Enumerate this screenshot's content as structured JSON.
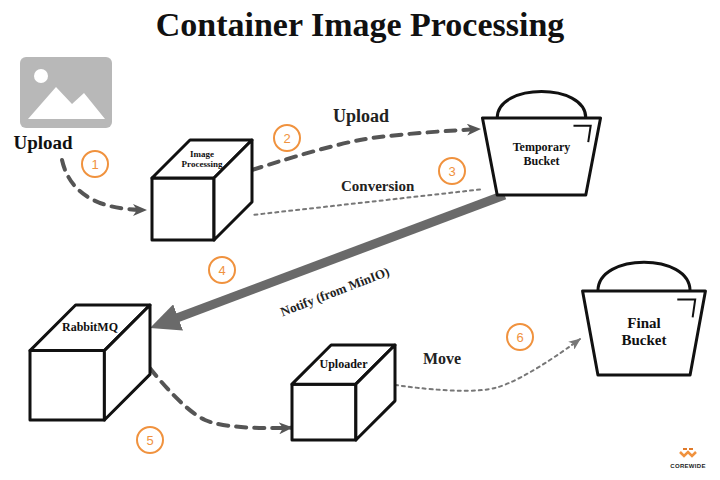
{
  "diagram": {
    "title": "Container Image Processing",
    "nodes": [
      {
        "text": [
          "Image Processing"
        ]
      },
      {
        "text": [
          "Temporary Bucket"
        ]
      },
      {
        "text": [
          "RabbitMQ"
        ]
      },
      {
        "text": [
          "Uploader"
        ]
      },
      {
        "text": [
          "Final Bucket"
        ]
      }
    ],
    "edges": [
      {
        "from": 0,
        "to": 1,
        "arrow": "to",
        "label": "Upload"
      },
      {
        "from": 1,
        "to": 0,
        "arrow": "none",
        "label": "Conversion"
      },
      {
        "from": 1,
        "to": 2,
        "arrow": "to",
        "label": "Notify (from MinIO)"
      },
      {
        "from": 2,
        "to": 3,
        "arrow": "to"
      },
      {
        "from": 3,
        "to": 4,
        "arrow": "to",
        "label": "Move"
      }
    ],
    "labels": [
      "Upload",
      "1",
      "2",
      "3",
      "4",
      "5",
      "6",
      "COREWIDE"
    ]
  }
}
